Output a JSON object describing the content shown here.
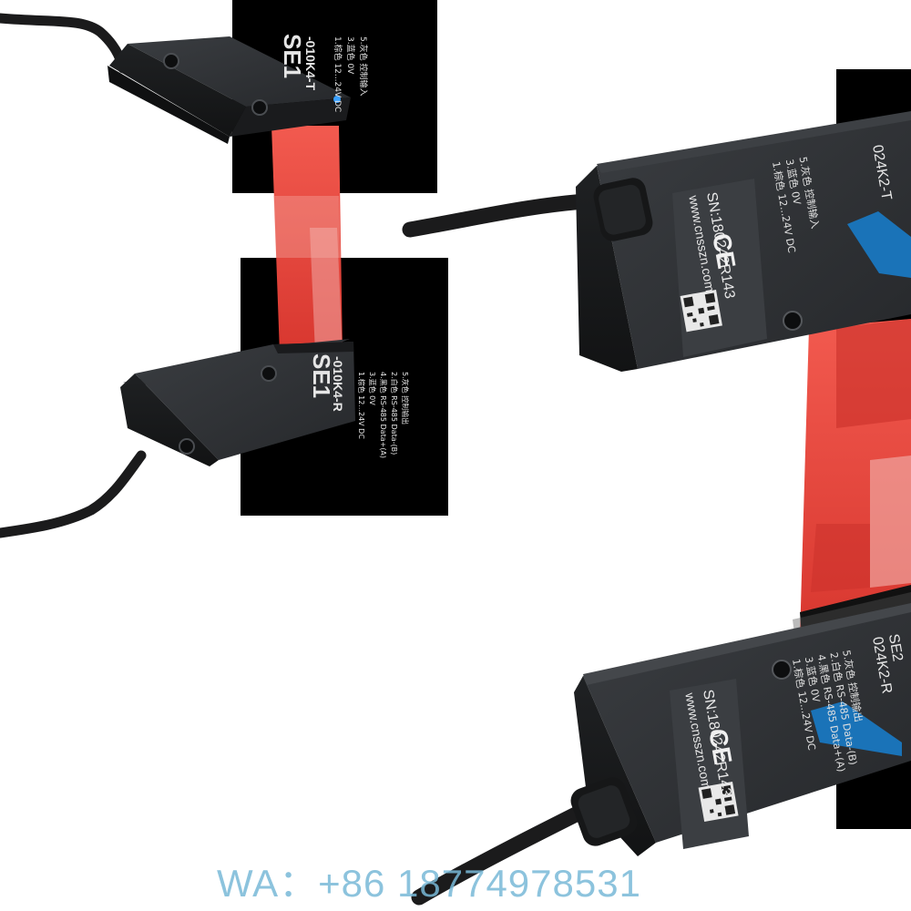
{
  "small_emitter": {
    "model_line1": "SE1",
    "model_line2": "-010K4-T",
    "wires": [
      "1.棕色 12...24V DC",
      "3.蓝色 0V",
      "5.灰色 控制输入"
    ]
  },
  "small_receiver": {
    "model_line1": "SE1",
    "model_line2": "-010K4-R",
    "wires": [
      "1.棕色 12...24V DC",
      "3.蓝色 0V",
      "4.黑色 RS-485 Data+(A)",
      "2.白色 RS-485 Data-(B)",
      "5.灰色 控制输出"
    ]
  },
  "large_emitter": {
    "model": "024K2-T",
    "wires": [
      "1.棕色 12...24V DC",
      "3.蓝色 0V",
      "5.灰色 控制输入"
    ],
    "serial": "SN:180242R143",
    "website": "www.cnsszn.com",
    "ce_mark": "CE"
  },
  "large_receiver": {
    "model_line1": "SE2",
    "model_line2": "024K2-R",
    "wires": [
      "1.棕色 12...24V DC",
      "3.蓝色 0V",
      "4.黑色 RS-485 Data+(A)",
      "2.白色 RS-485 Data-(B)",
      "5.灰色 控制输出"
    ],
    "serial": "SN:180242R143",
    "website": "www.cnsszn.com",
    "ce_mark": "CE"
  },
  "contact": {
    "text": "WA：+86 18774978531"
  },
  "colors": {
    "beam": "#e8483f",
    "housing": "#2b2d30",
    "accent_blue": "#1a73b8",
    "indicator": "#3aa0ff",
    "contact_text": "#78b9d7"
  }
}
